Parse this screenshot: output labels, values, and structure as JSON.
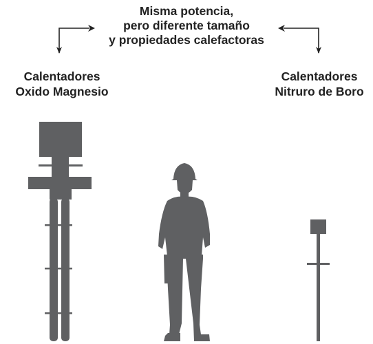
{
  "headline": {
    "lines": [
      "Misma potencia,",
      "pero diferente tamaño",
      "y propiedades calefactoras"
    ]
  },
  "heaters": {
    "left": {
      "lines": [
        "Calentadores",
        "Oxido Magnesio"
      ]
    },
    "right": {
      "lines": [
        "Calentadores",
        "Nitruro de Boro"
      ]
    }
  },
  "colors": {
    "fill": "#5f6062",
    "text": "#222222"
  },
  "icons": {
    "left_arrow": "elbow-arrow-icon",
    "right_arrow": "elbow-arrow-icon",
    "person": "worker-silhouette-icon"
  }
}
